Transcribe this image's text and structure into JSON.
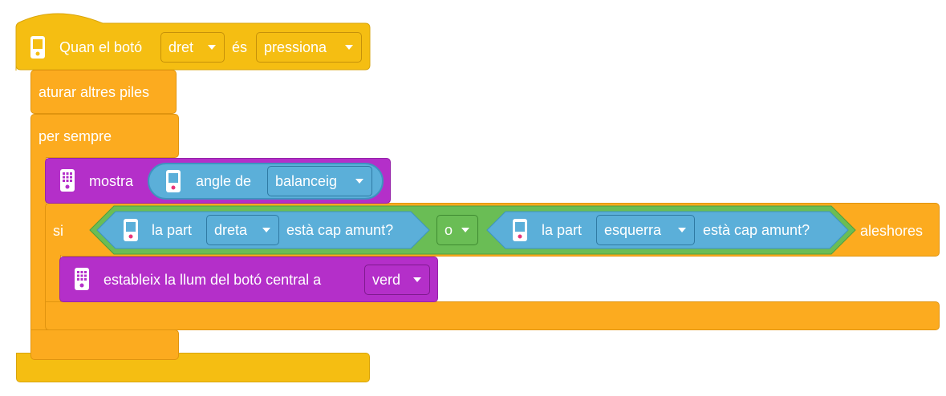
{
  "colors": {
    "events": "#f5be12",
    "control": "#fcab1f",
    "display": "#b42fc9",
    "operators": "#6abd55",
    "sensors": "#5bafd9"
  },
  "hat": {
    "icon": "hub-icon",
    "text_before": "Quan el botó",
    "button_value": "dret",
    "text_middle": "és",
    "action_value": "pressiona"
  },
  "stop_block": {
    "label": "aturar altres piles"
  },
  "forever_block": {
    "label": "per sempre"
  },
  "show_block": {
    "icon": "hub-display-icon",
    "label": "mostra",
    "reporter": {
      "icon": "hub-icon",
      "label": "angle de",
      "value": "balanceig"
    }
  },
  "if_block": {
    "label_if": "si",
    "label_then": "aleshores",
    "left_condition": {
      "icon": "hub-icon",
      "label_before": "la part",
      "value": "dreta",
      "label_after": "està cap amunt?"
    },
    "operator": {
      "value": "o"
    },
    "right_condition": {
      "icon": "hub-icon",
      "label_before": "la part",
      "value": "esquerra",
      "label_after": "està cap amunt?"
    }
  },
  "light_block": {
    "icon": "hub-display-icon",
    "label": "estableix la llum del botó central a",
    "value": "verd"
  }
}
